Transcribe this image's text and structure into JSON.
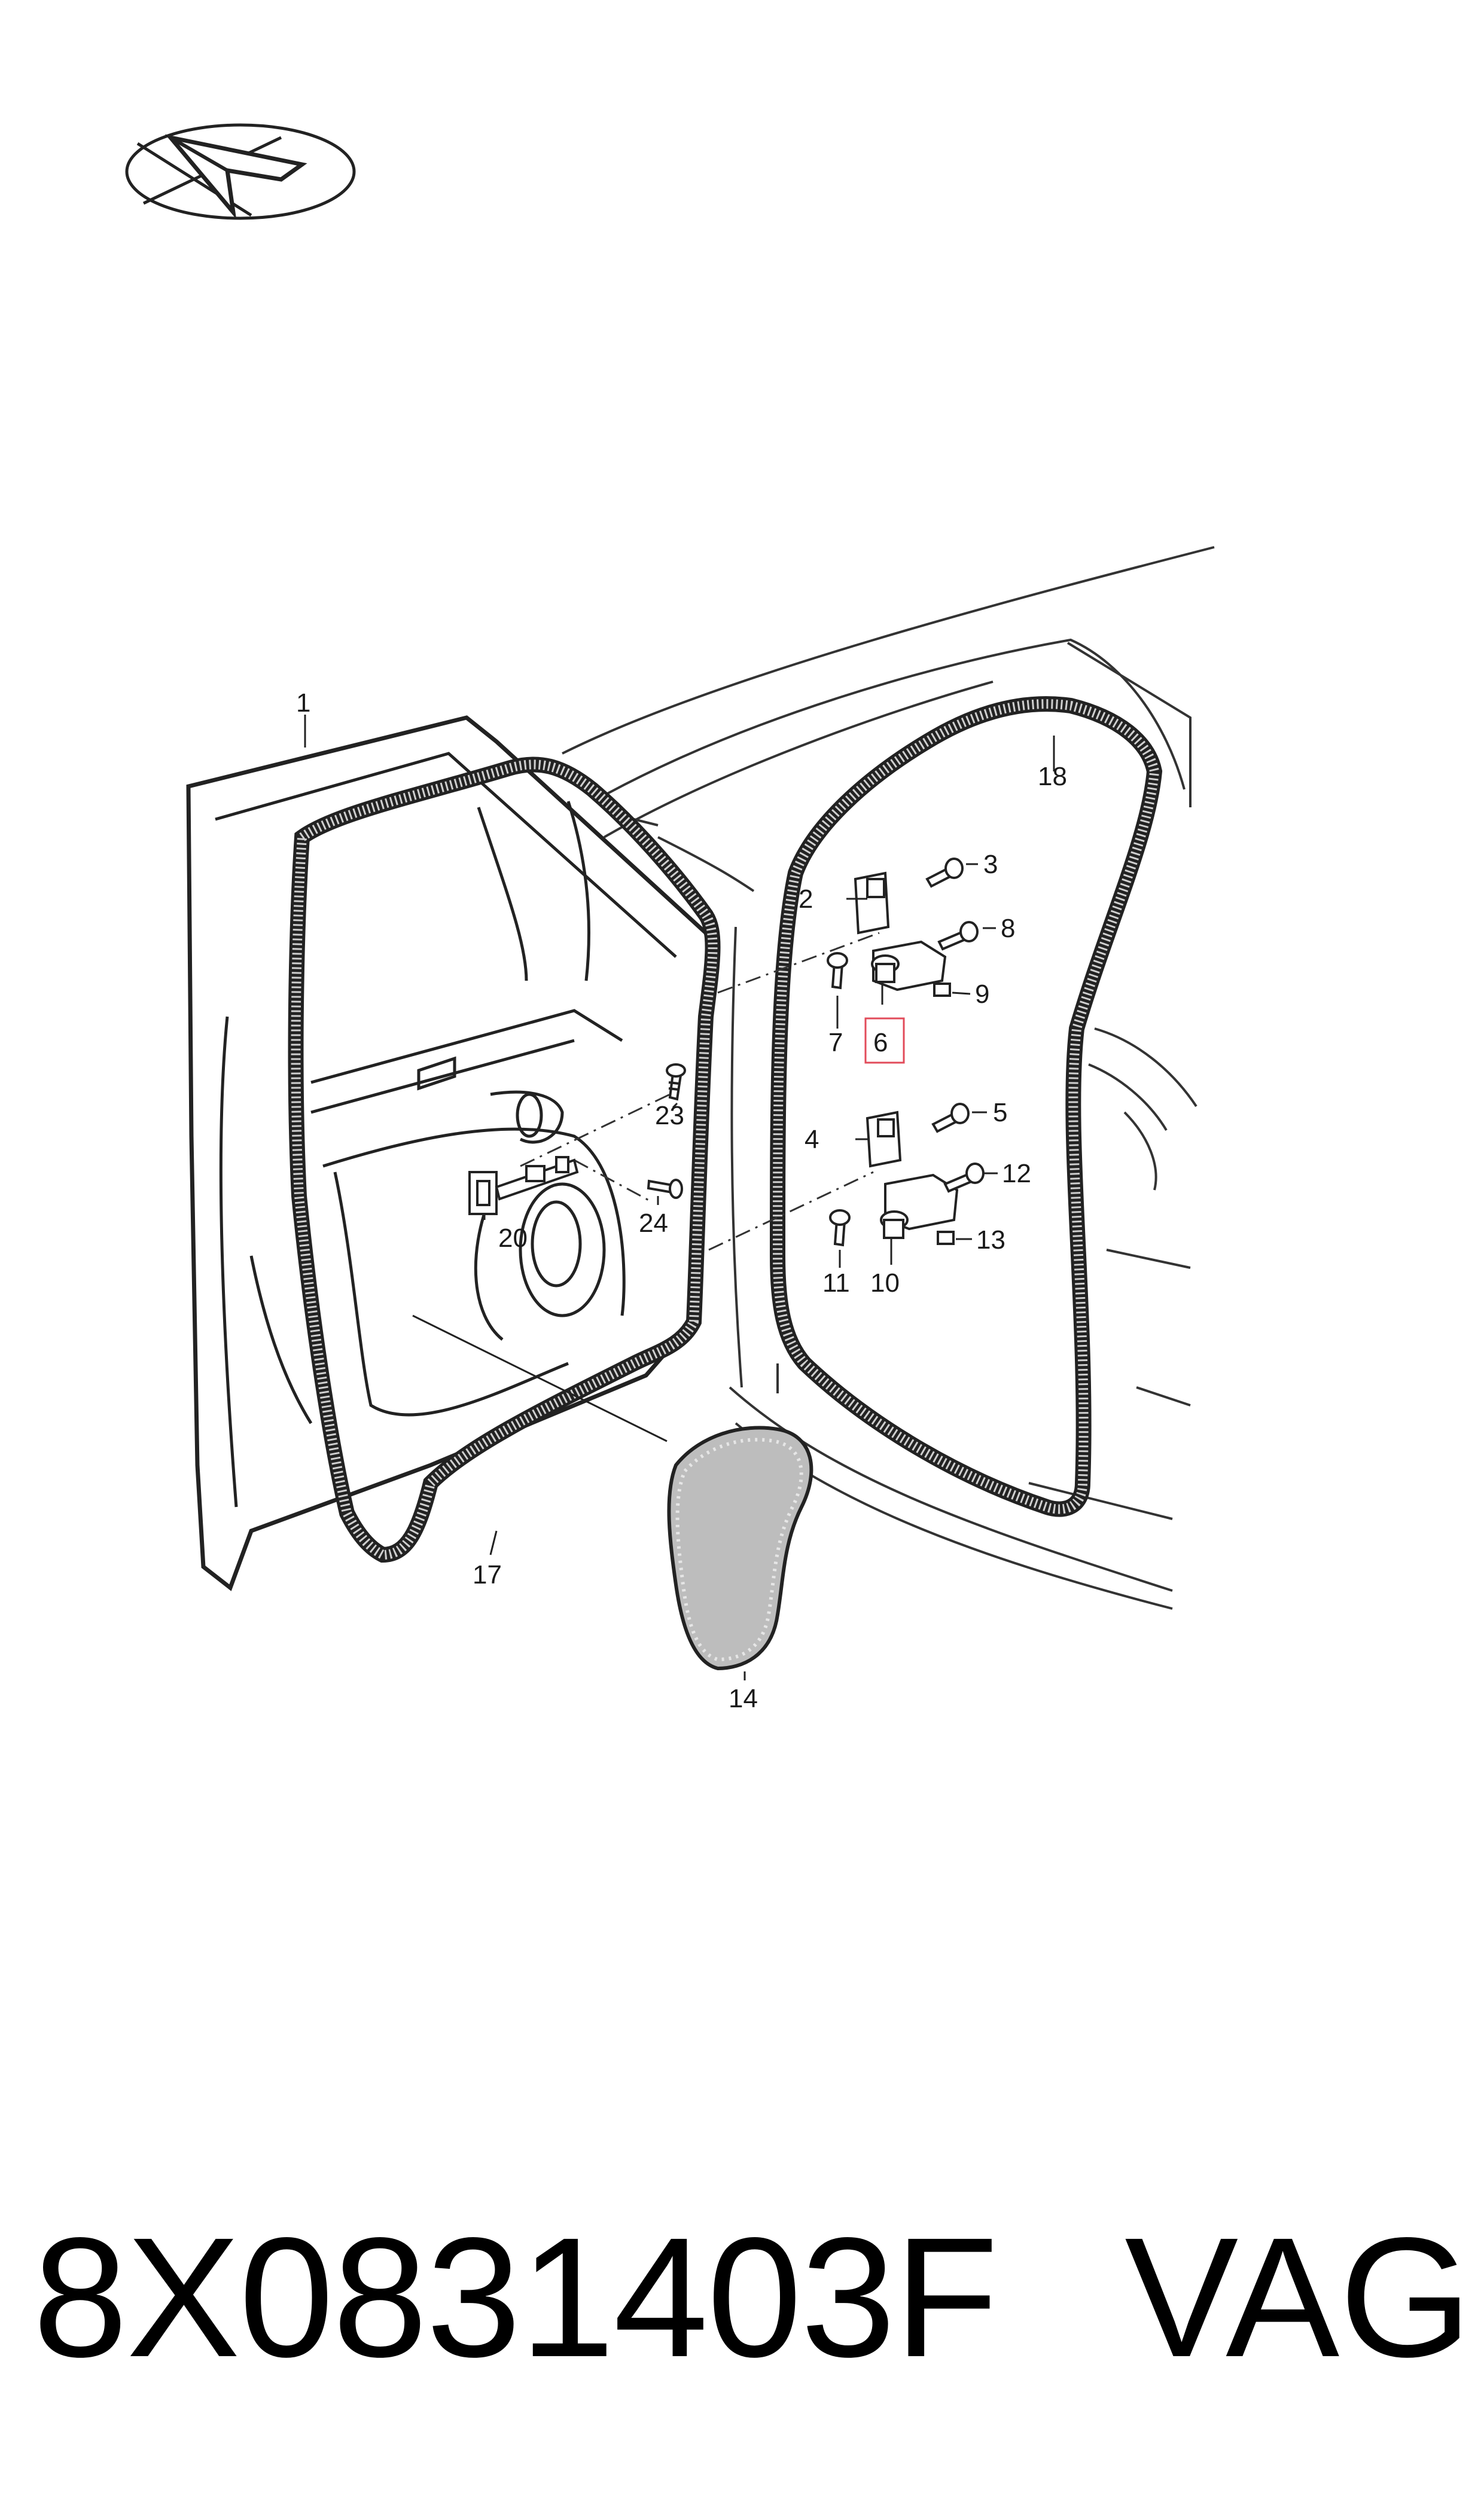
{
  "diagram": {
    "logo": {
      "icon": "paper-plane-logo-icon"
    },
    "callouts": [
      "1",
      "2",
      "3",
      "4",
      "5",
      "6",
      "7",
      "8",
      "9",
      "10",
      "11",
      "12",
      "13",
      "14",
      "17",
      "18",
      "20",
      "23",
      "24"
    ],
    "highlighted_callout": "6",
    "highlight_color": "#e24b5a"
  },
  "footer": {
    "part_number": "8X0831403F",
    "brand": "VAG"
  }
}
